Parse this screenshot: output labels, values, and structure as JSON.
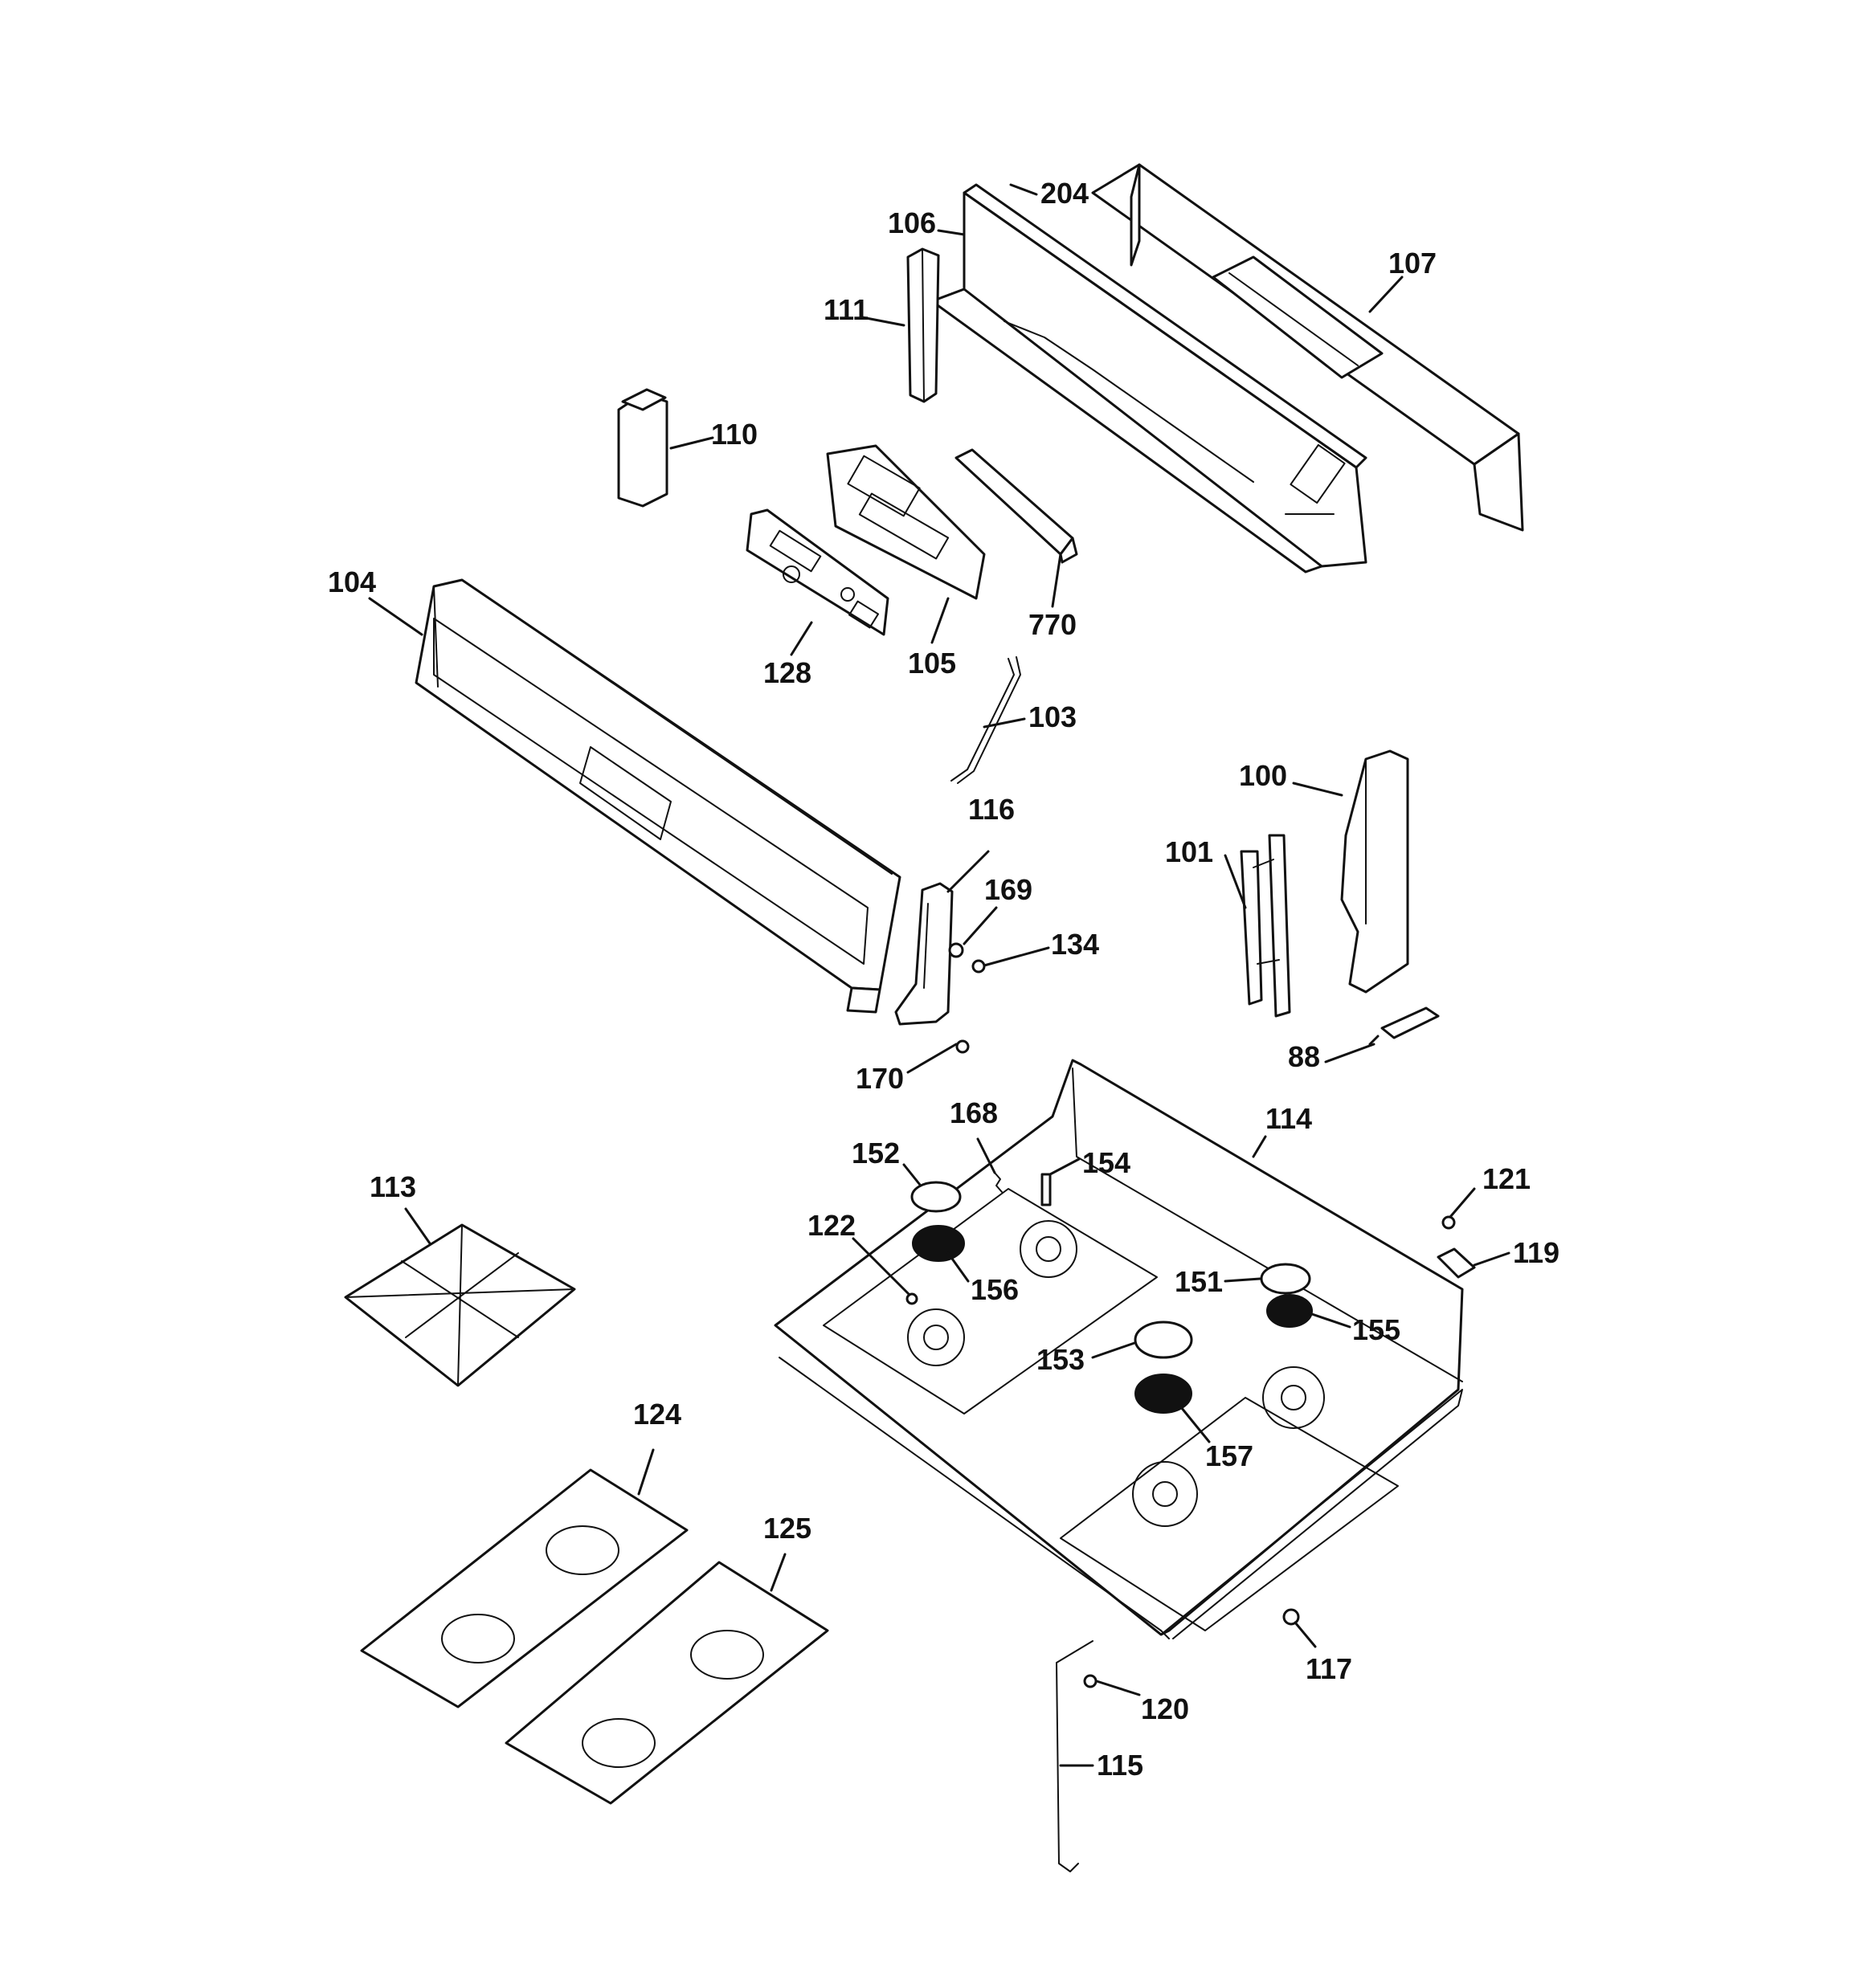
{
  "diagram": {
    "parts": [
      {
        "id": "204",
        "label": "204"
      },
      {
        "id": "106",
        "label": "106"
      },
      {
        "id": "107",
        "label": "107"
      },
      {
        "id": "111",
        "label": "111"
      },
      {
        "id": "110",
        "label": "110"
      },
      {
        "id": "104",
        "label": "104"
      },
      {
        "id": "128",
        "label": "128"
      },
      {
        "id": "105",
        "label": "105"
      },
      {
        "id": "770",
        "label": "770"
      },
      {
        "id": "103",
        "label": "103"
      },
      {
        "id": "116",
        "label": "116"
      },
      {
        "id": "169",
        "label": "169"
      },
      {
        "id": "134",
        "label": "134"
      },
      {
        "id": "100",
        "label": "100"
      },
      {
        "id": "101",
        "label": "101"
      },
      {
        "id": "88",
        "label": "88"
      },
      {
        "id": "170",
        "label": "170"
      },
      {
        "id": "168",
        "label": "168"
      },
      {
        "id": "114",
        "label": "114"
      },
      {
        "id": "152",
        "label": "152"
      },
      {
        "id": "154",
        "label": "154"
      },
      {
        "id": "113",
        "label": "113"
      },
      {
        "id": "122",
        "label": "122"
      },
      {
        "id": "156",
        "label": "156"
      },
      {
        "id": "121",
        "label": "121"
      },
      {
        "id": "119",
        "label": "119"
      },
      {
        "id": "151",
        "label": "151"
      },
      {
        "id": "155",
        "label": "155"
      },
      {
        "id": "153",
        "label": "153"
      },
      {
        "id": "157",
        "label": "157"
      },
      {
        "id": "124",
        "label": "124"
      },
      {
        "id": "125",
        "label": "125"
      },
      {
        "id": "117",
        "label": "117"
      },
      {
        "id": "120",
        "label": "120"
      },
      {
        "id": "115",
        "label": "115"
      }
    ]
  }
}
